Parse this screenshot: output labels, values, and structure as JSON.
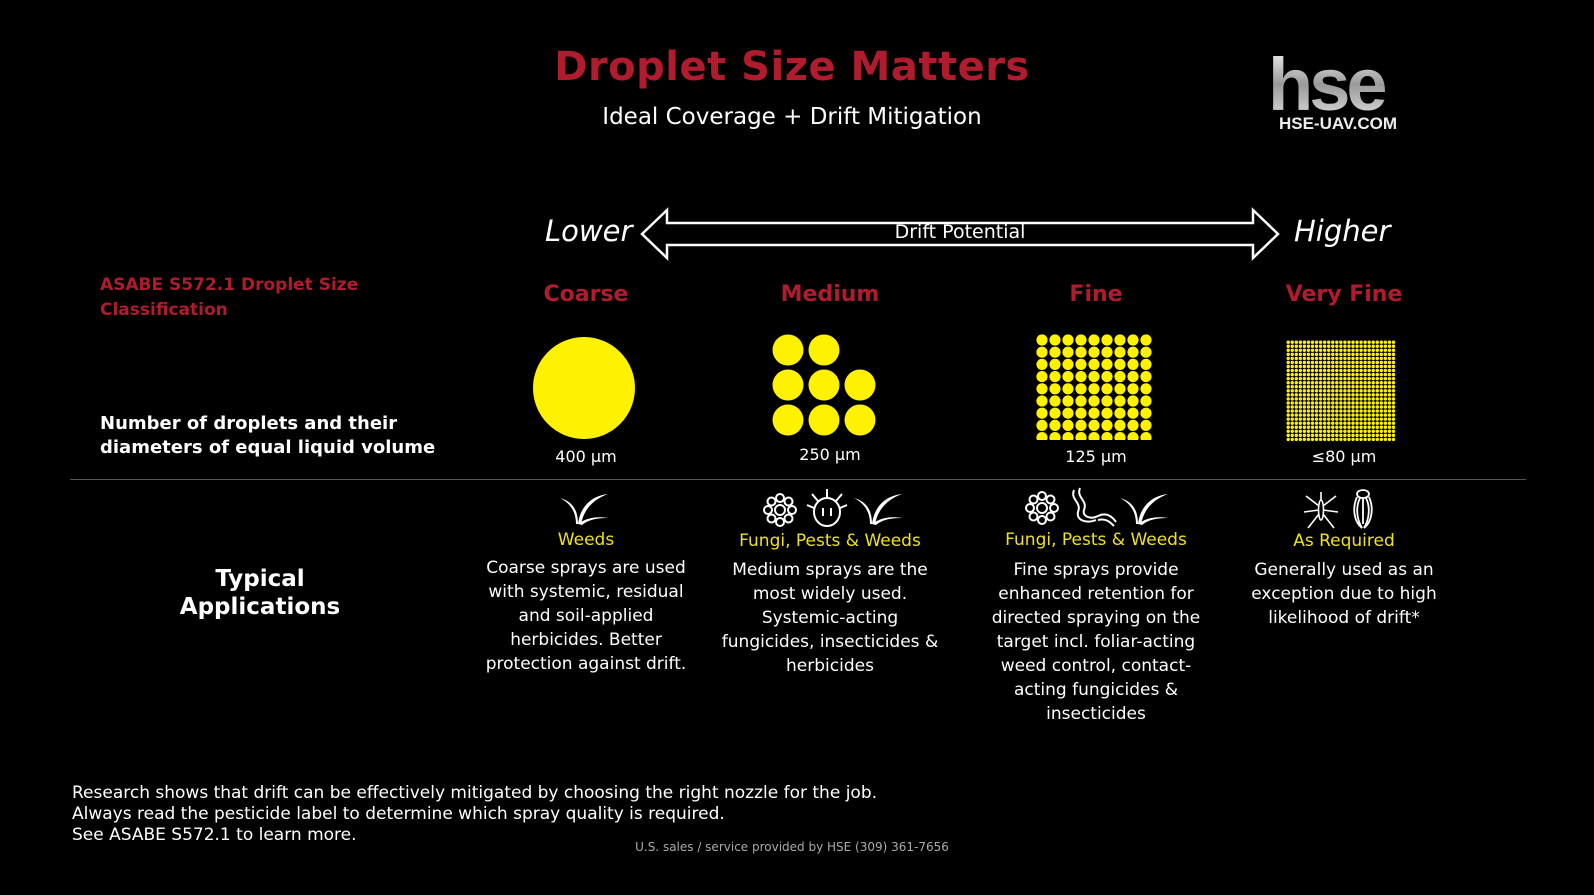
{
  "header": {
    "title": "Droplet Size Matters",
    "subtitle": "Ideal Coverage + Drift Mitigation"
  },
  "logo": {
    "text": "hse",
    "url": "HSE-UAV.COM"
  },
  "drift": {
    "lower": "Lower",
    "label": "Drift Potential",
    "higher": "Higher"
  },
  "labels": {
    "classification": "ASABE S572.1 Droplet Size Classification",
    "droplet_count": "Number of droplets and their diameters of equal liquid volume",
    "applications": "Typical Applications"
  },
  "columns": [
    {
      "name": "Coarse",
      "size": "400 µm",
      "category": "Weeds",
      "description": "Coarse sprays are used with systemic, residual and soil-applied herbicides. Better protection against drift.",
      "icons": [
        "weed-icon"
      ]
    },
    {
      "name": "Medium",
      "size": "250 µm",
      "category": "Fungi, Pests & Weeds",
      "description": "Medium sprays are the most widely used. Systemic-acting fungicides, insecticides & herbicides",
      "icons": [
        "fungus-icon",
        "pest-icon",
        "weed-icon"
      ]
    },
    {
      "name": "Fine",
      "size": "125 µm",
      "category": "Fungi, Pests & Weeds",
      "description": "Fine sprays provide enhanced retention for directed spraying on the target incl. foliar-acting weed control, contact-acting fungicides & insecticides",
      "icons": [
        "fungus-icon",
        "worm-icon",
        "weed-icon"
      ]
    },
    {
      "name": "Very Fine",
      "size": "≤80 µm",
      "category": "As Required",
      "description": "Generally used as an exception due to high likelihood of drift*",
      "icons": [
        "mosquito-icon",
        "cicada-icon"
      ]
    }
  ],
  "footer": {
    "line1": "Research shows that drift can be effectively mitigated by choosing the right nozzle for the job.",
    "line2": "Always read the pesticide label to determine which spray quality is required.",
    "line3": "See ASABE S572.1 to learn more.",
    "sales": "U.S. sales / service provided by HSE (309) 361-7656"
  },
  "colors": {
    "accent_red": "#b01c2e",
    "droplet_yellow": "#fff200",
    "category_yellow": "#f0e21a",
    "background": "#000000"
  }
}
